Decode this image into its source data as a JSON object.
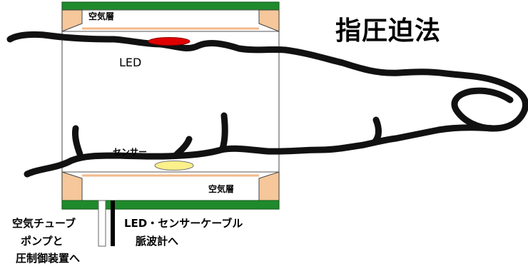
{
  "title": "指圧迫法",
  "labels": {
    "air_layer_top": "空気層",
    "air_layer_bottom": "空気層",
    "led": "LED",
    "sensor": "センサー",
    "air_tube": "空気チューブ",
    "pump": "ポンプと",
    "pressure_control": "圧制御装置へ",
    "led_sensor_cable": "LED・センサーケーブル",
    "pulse_meter": "脈波計へ"
  },
  "colors": {
    "plate": "#1f8a2c",
    "cushion": "#f5c79a",
    "led": "#e00000",
    "sensor": "#fbf08a",
    "finger_outline": "#111111",
    "frame": "#555555",
    "cable": "#000000"
  }
}
